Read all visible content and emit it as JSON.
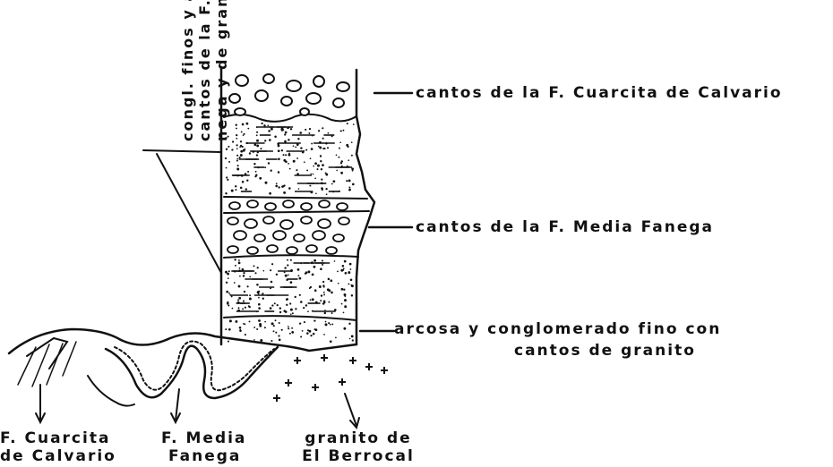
{
  "labels": {
    "cantos_calvario": "cantos de la F. Cuarcita de Calvario",
    "cantos_media_fanega": "cantos de la F. Media Fanega",
    "arcosa_line1": "arcosa y conglomerado fino con",
    "arcosa_line2": "cantos de granito",
    "side_note": [
      "congl. finos y areniscas;",
      "cantos de la F. Media Fa-",
      "nega y de granito."
    ],
    "bottom_cuarcita_line1": "F. Cuarcita",
    "bottom_cuarcita_line2": "de Calvario",
    "bottom_media_line1": "F. Media",
    "bottom_media_line2": "Fanega",
    "bottom_granito_line1": "granito de",
    "bottom_granito_line2": "El Berrocal"
  },
  "colors": {
    "ink": "#111111",
    "paper": "#ffffff"
  }
}
